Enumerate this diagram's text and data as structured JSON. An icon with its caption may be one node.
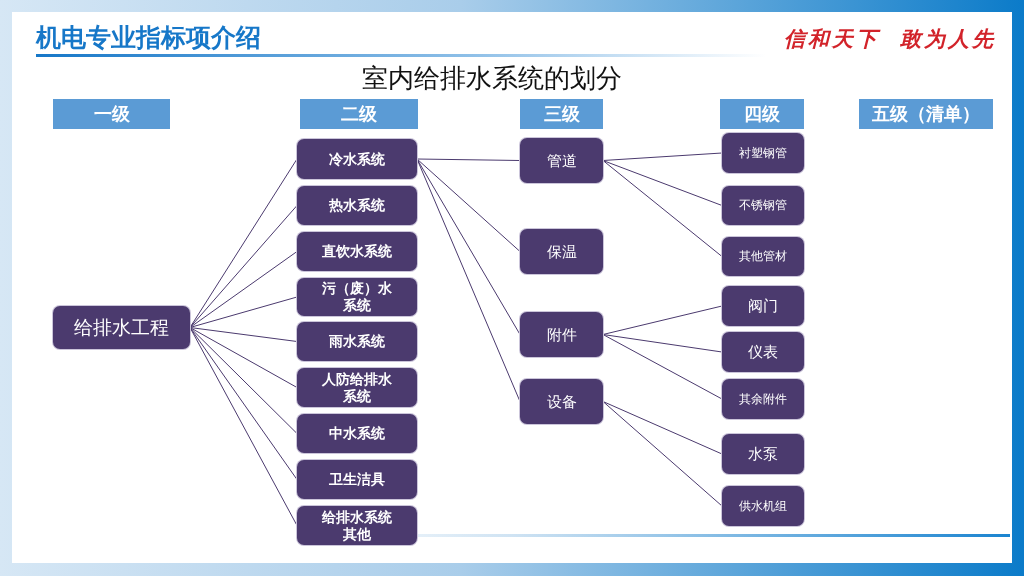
{
  "diagram": {
    "title": "室内给排水系统的划分",
    "nodes": [
      {
        "text": [
          "一级"
        ]
      },
      {
        "text": [
          "二级"
        ]
      },
      {
        "text": [
          "三级"
        ]
      },
      {
        "text": [
          "四级"
        ]
      },
      {
        "text": [
          "五级（清单）"
        ]
      },
      {
        "text": [
          "给排水工程"
        ]
      },
      {
        "text": [
          "冷水系统"
        ]
      },
      {
        "text": [
          "热水系统"
        ]
      },
      {
        "text": [
          "直饮水系统"
        ]
      },
      {
        "text": [
          "污（废）水系统"
        ]
      },
      {
        "text": [
          "雨水系统"
        ]
      },
      {
        "text": [
          "人防给排水系统"
        ]
      },
      {
        "text": [
          "中水系统"
        ]
      },
      {
        "text": [
          "卫生洁具"
        ]
      },
      {
        "text": [
          "给排水系统其他"
        ]
      },
      {
        "text": [
          "管道"
        ]
      },
      {
        "text": [
          "保温"
        ]
      },
      {
        "text": [
          "附件"
        ]
      },
      {
        "text": [
          "设备"
        ]
      },
      {
        "text": [
          "衬塑钢管"
        ]
      },
      {
        "text": [
          "不锈钢管"
        ]
      },
      {
        "text": [
          "其他管材"
        ]
      },
      {
        "text": [
          "阀门"
        ]
      },
      {
        "text": [
          "仪表"
        ]
      },
      {
        "text": [
          "其余附件"
        ]
      },
      {
        "text": [
          "水泵"
        ]
      },
      {
        "text": [
          "供水机组"
        ]
      }
    ],
    "edges": [
      {
        "from": 5,
        "to": 6,
        "arrow": "none"
      },
      {
        "from": 5,
        "to": 7,
        "arrow": "none"
      },
      {
        "from": 5,
        "to": 8,
        "arrow": "none"
      },
      {
        "from": 5,
        "to": 9,
        "arrow": "none"
      },
      {
        "from": 5,
        "to": 10,
        "arrow": "none"
      },
      {
        "from": 5,
        "to": 11,
        "arrow": "none"
      },
      {
        "from": 5,
        "to": 12,
        "arrow": "none"
      },
      {
        "from": 5,
        "to": 13,
        "arrow": "none"
      },
      {
        "from": 5,
        "to": 14,
        "arrow": "none"
      },
      {
        "from": 6,
        "to": 15,
        "arrow": "none"
      },
      {
        "from": 6,
        "to": 16,
        "arrow": "none"
      },
      {
        "from": 6,
        "to": 17,
        "arrow": "none"
      },
      {
        "from": 6,
        "to": 18,
        "arrow": "none"
      },
      {
        "from": 15,
        "to": 19,
        "arrow": "none"
      },
      {
        "from": 15,
        "to": 20,
        "arrow": "none"
      },
      {
        "from": 15,
        "to": 21,
        "arrow": "none"
      },
      {
        "from": 17,
        "to": 22,
        "arrow": "none"
      },
      {
        "from": 17,
        "to": 23,
        "arrow": "none"
      },
      {
        "from": 17,
        "to": 24,
        "arrow": "none"
      },
      {
        "from": 18,
        "to": 25,
        "arrow": "none"
      },
      {
        "from": 18,
        "to": 26,
        "arrow": "none"
      }
    ],
    "labels": [
      "机电专业指标项介绍",
      "信和天下 敢为人先"
    ]
  }
}
